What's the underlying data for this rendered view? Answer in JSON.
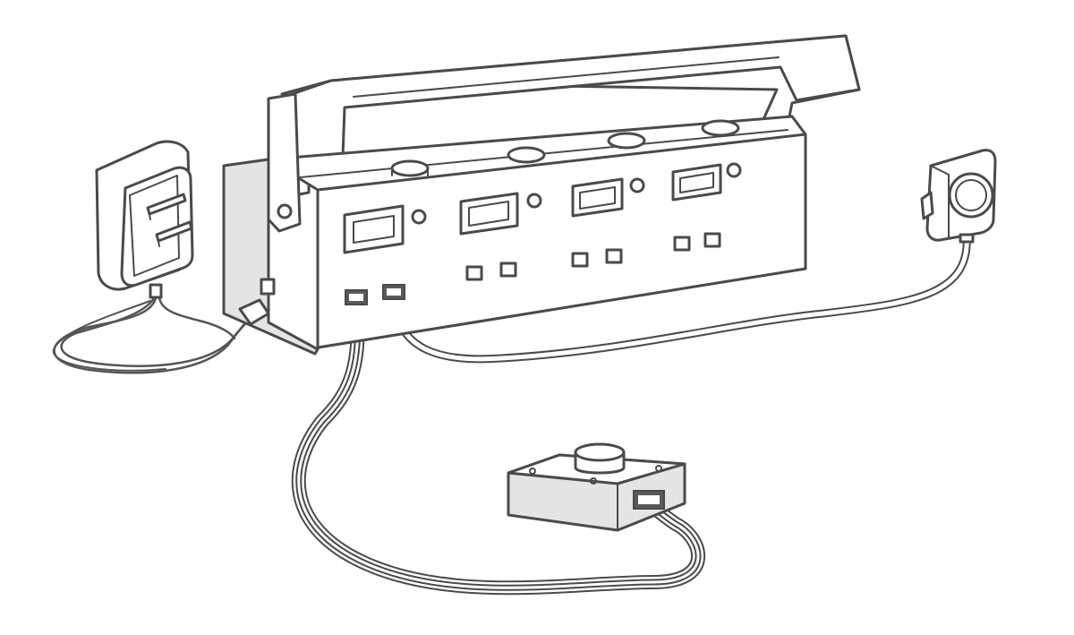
{
  "diagram": {
    "components": [
      {
        "id": "power-adapter",
        "kind": "wall-plug-adapter"
      },
      {
        "id": "control-hub",
        "kind": "multi-port-hub",
        "lid": "open",
        "button_count": 4,
        "port_group_count": 4
      },
      {
        "id": "pedal",
        "kind": "momentary-switch"
      },
      {
        "id": "button-controller",
        "kind": "push-button-box"
      }
    ],
    "connections": [
      {
        "from": "power-adapter",
        "to": "control-hub",
        "cable": "single-cord"
      },
      {
        "from": "control-hub",
        "to": "button-controller",
        "cable": "ribbon-cable"
      },
      {
        "from": "control-hub",
        "to": "pedal",
        "cable": "dual-cord"
      }
    ],
    "colors": {
      "stroke": "#4a4a4a",
      "fill": "#ffffff",
      "hub_shade": "#e4e4e4",
      "connector": "#5a5a5a",
      "background": "#ffffff"
    }
  }
}
